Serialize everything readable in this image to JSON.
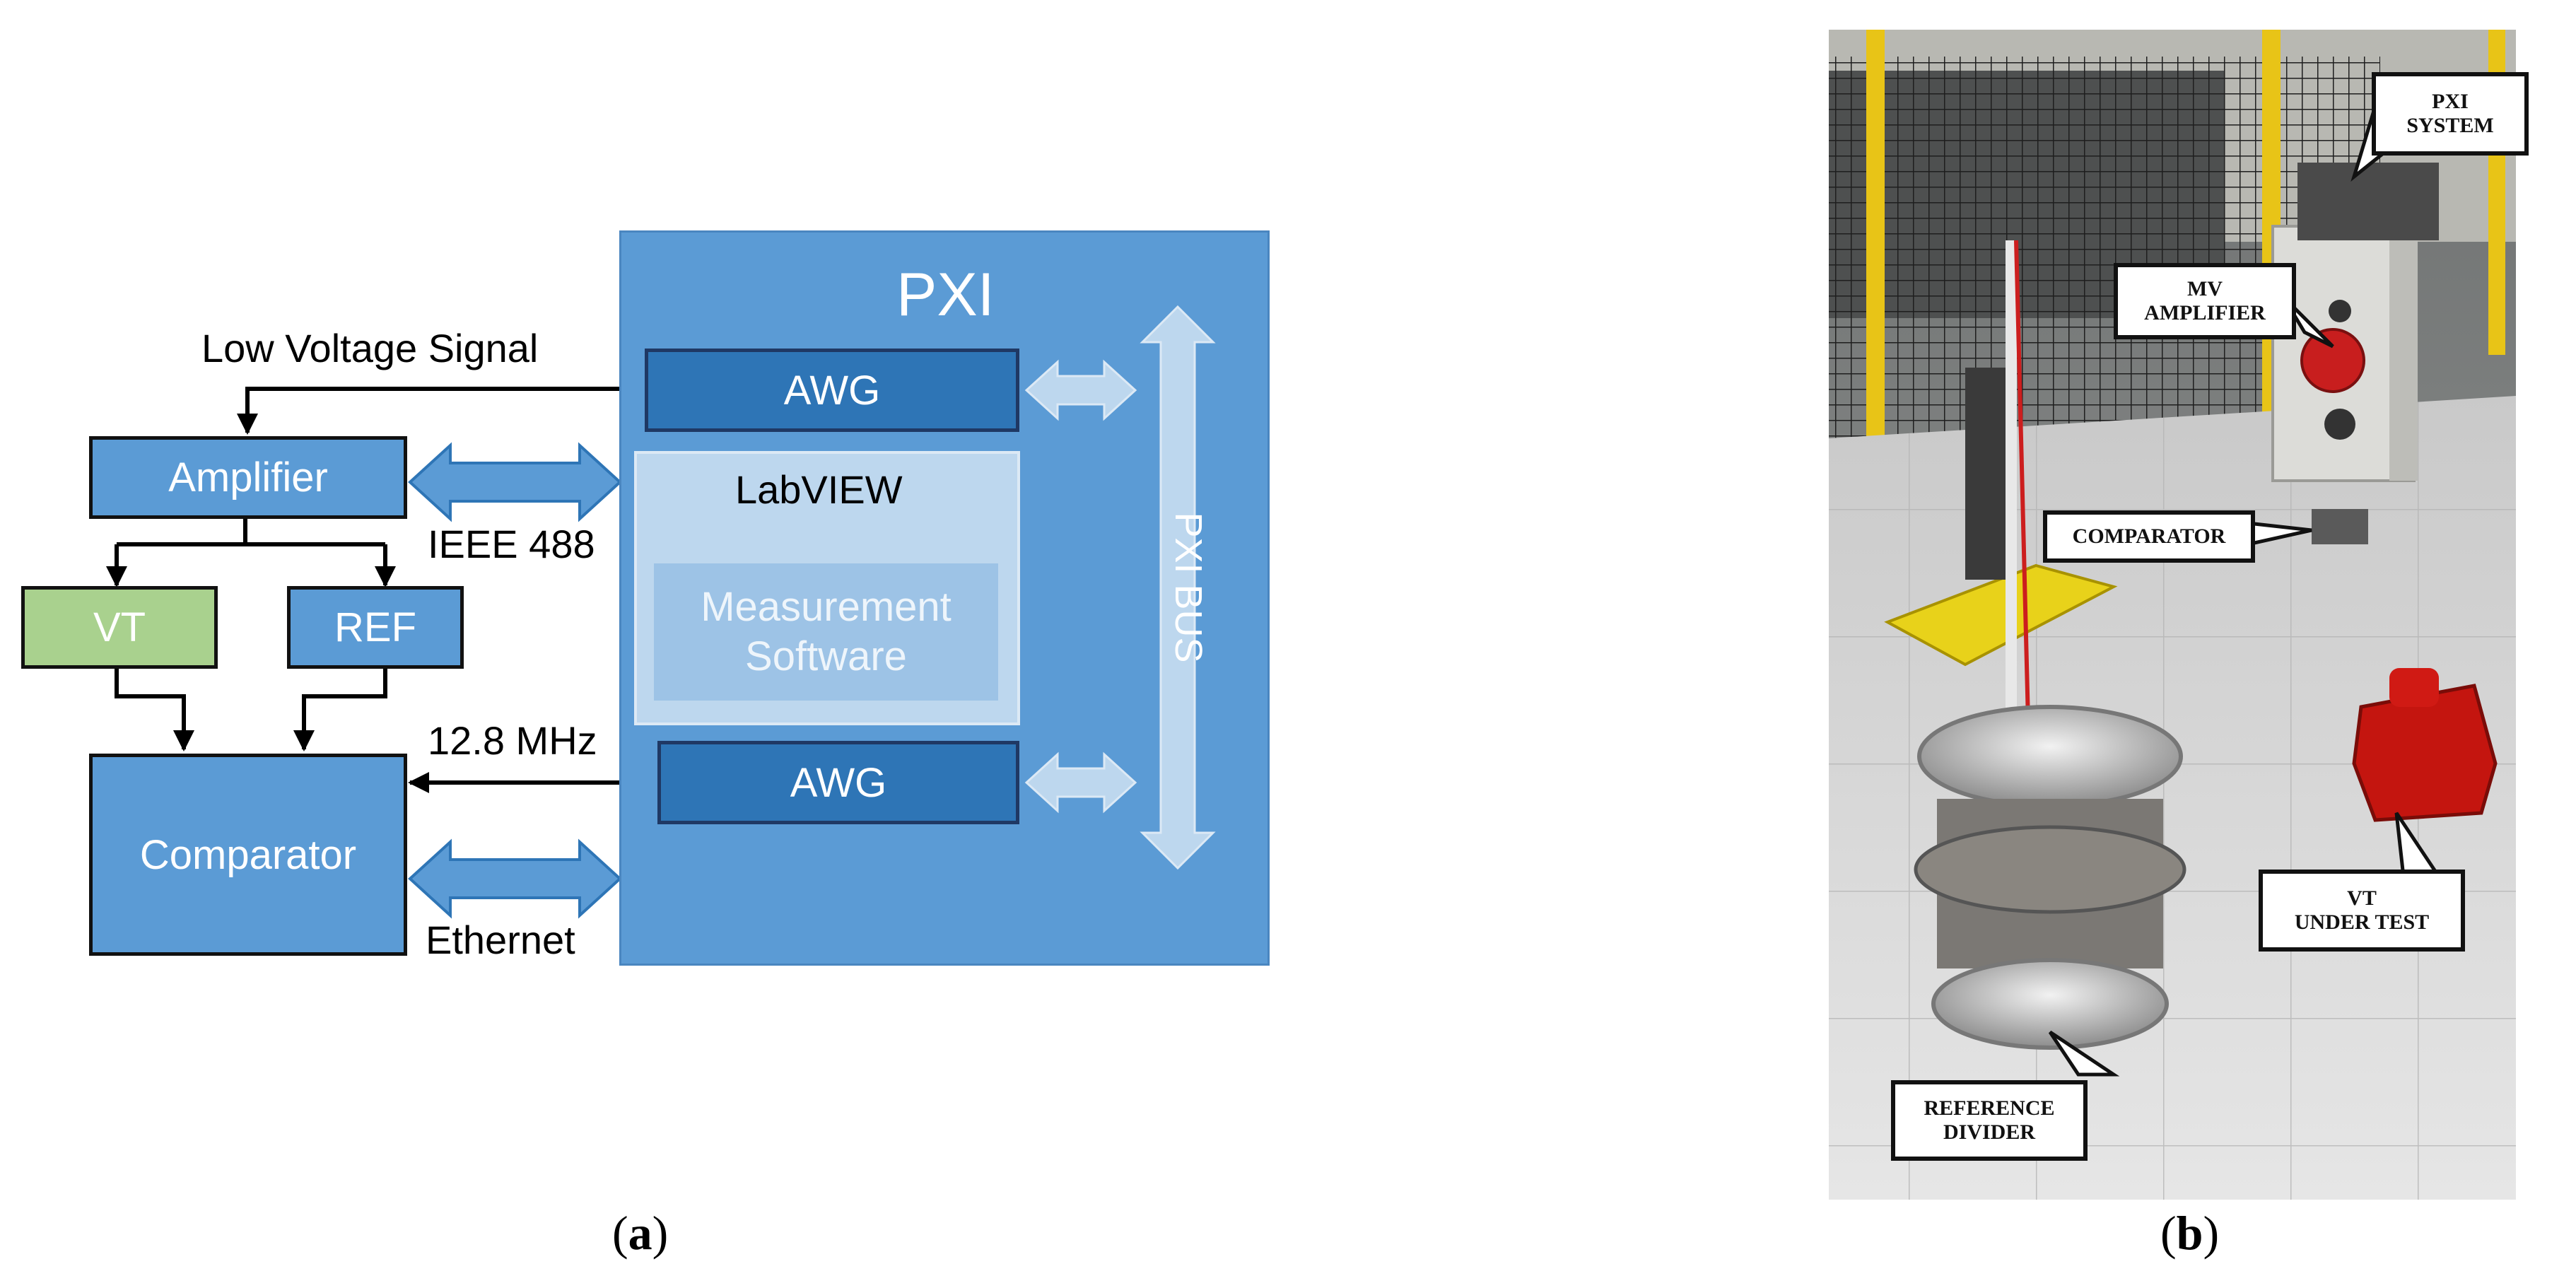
{
  "diagram": {
    "pxi_title": "PXI",
    "pxi_bus": "PXI BUS",
    "awg_top": "AWG",
    "awg_bottom": "AWG",
    "labview": "LabVIEW",
    "measurement_line1": "Measurement",
    "measurement_line2": "Software",
    "amplifier": "Amplifier",
    "vt": "VT",
    "ref": "REF",
    "comparator": "Comparator",
    "low_voltage_signal": "Low Voltage Signal",
    "ieee488": "IEEE 488",
    "freq": "12.8 MHz",
    "ethernet": "Ethernet",
    "colors": {
      "block_blue": "#5b9bd5",
      "dark_blue": "#2e75b6",
      "border_dark": "#1f3864",
      "light_blue": "#bdd7ee",
      "inner_blue": "#9dc3e6",
      "vt_green": "#a9d18e",
      "arrow_light": "#bdd7ee"
    }
  },
  "photo": {
    "callouts": {
      "pxi_line1": "PXI",
      "pxi_line2": "SYSTEM",
      "mv_line1": "MV",
      "mv_line2": "AMPLIFIER",
      "comparator": "COMPARATOR",
      "vt_line1": "VT",
      "vt_line2": "UNDER TEST",
      "ref_line1": "REFERENCE",
      "ref_line2": "DIVIDER"
    }
  },
  "captions": {
    "a": "a",
    "b": "b"
  }
}
